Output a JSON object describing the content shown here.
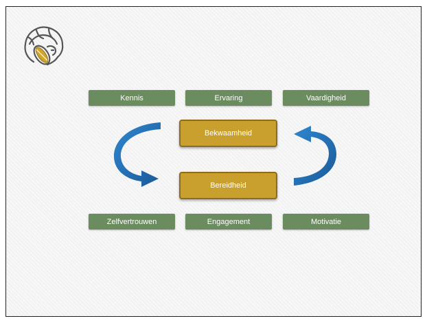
{
  "colors": {
    "green_box": "#6b8c5f",
    "gold_box": "#c9a02d",
    "gold_border": "#8f6c17",
    "arrow": "#1f6bb0"
  },
  "logo": {
    "icon": "lion-head-rugby-ball-logo"
  },
  "top_row": [
    "Kennis",
    "Ervaring",
    "Vaardigheid"
  ],
  "center": {
    "upper": "Bekwaamheid",
    "lower": "Bereidheid"
  },
  "bottom_row": [
    "Zelfvertrouwen",
    "Engagement",
    "Motivatie"
  ]
}
